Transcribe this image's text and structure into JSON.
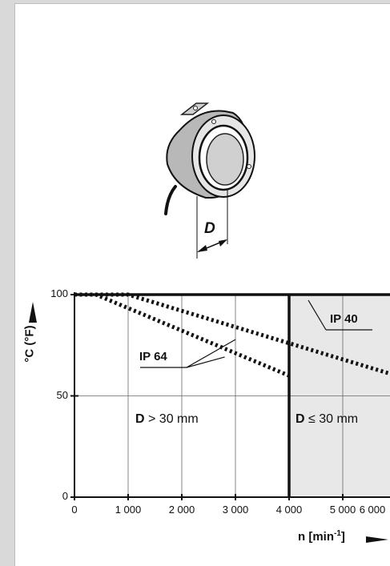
{
  "figure": {
    "dimension_label": "D"
  },
  "chart_data": {
    "type": "line",
    "title": "",
    "ylabel": "°C (°F)",
    "xlabel_main": "n [min",
    "xlabel_sup": "-1",
    "xlabel_tail": "]",
    "xlim": [
      0,
      6000
    ],
    "ylim": [
      0,
      100
    ],
    "x_ticks": [
      0,
      1000,
      2000,
      3000,
      4000,
      5000,
      6000
    ],
    "x_tick_labels": [
      "0",
      "1 000",
      "2 000",
      "3 000",
      "4 000",
      "5 000",
      "6 000"
    ],
    "y_ticks": [
      0,
      50,
      100
    ],
    "y_tick_labels": [
      "0",
      "50",
      "100"
    ],
    "grid": true,
    "series": [
      {
        "name": "IP 64",
        "x": [
          0,
          400,
          4000
        ],
        "y": [
          100,
          100,
          60
        ]
      },
      {
        "name": "IP 40",
        "x": [
          0,
          1000,
          6000
        ],
        "y": [
          100,
          100,
          60
        ]
      }
    ],
    "regions": [
      {
        "label_bold": "D",
        "label_text": " > 30 mm",
        "x_from": 0,
        "x_to": 4000
      },
      {
        "label_bold": "D",
        "label_text": " ≤ 30 mm",
        "x_from": 4000,
        "x_to": 6000
      }
    ],
    "colors": {
      "curve": "#111111",
      "grid": "#666666",
      "shaded_region": "#e8e8e8"
    }
  }
}
